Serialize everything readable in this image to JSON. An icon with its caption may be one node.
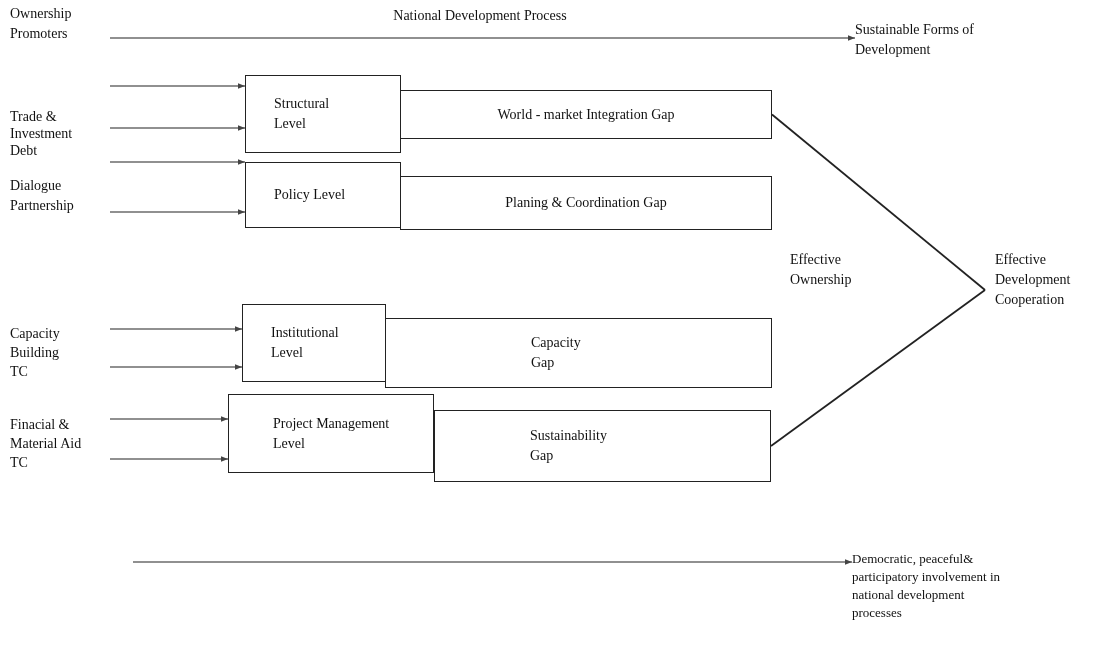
{
  "diagram": {
    "title": "National Development Process",
    "nodes": [
      {
        "text": [
          "Ownership Promoters"
        ]
      },
      {
        "text": [
          "Sustainable Forms of Development"
        ]
      },
      {
        "text": [
          "Trade & Investment Debt"
        ]
      },
      {
        "text": [
          "Structural Level"
        ]
      },
      {
        "text": [
          "World - market Integration Gap"
        ]
      },
      {
        "text": [
          "Dialogue Partnership"
        ]
      },
      {
        "text": [
          "Policy Level"
        ]
      },
      {
        "text": [
          "Planing & Coordination Gap"
        ]
      },
      {
        "text": [
          "Capacity Building TC"
        ]
      },
      {
        "text": [
          "Institutional Level"
        ]
      },
      {
        "text": [
          "Capacity Gap"
        ]
      },
      {
        "text": [
          "Finacial & Material Aid TC"
        ]
      },
      {
        "text": [
          "Project Management Level"
        ]
      },
      {
        "text": [
          "Sustainability Gap"
        ]
      },
      {
        "text": [
          "Effective Development Cooperation"
        ]
      },
      {
        "text": [
          "Democratic, peaceful& participatory involvement in national development processes"
        ]
      }
    ],
    "edges": [
      {
        "from": 0,
        "to": 1,
        "arrow": "to"
      },
      {
        "from": 2,
        "to": 3,
        "arrow": "to"
      },
      {
        "from": 2,
        "to": 3,
        "arrow": "to"
      },
      {
        "from": 5,
        "to": 6,
        "arrow": "to"
      },
      {
        "from": 5,
        "to": 6,
        "arrow": "to"
      },
      {
        "from": 8,
        "to": 9,
        "arrow": "to"
      },
      {
        "from": 8,
        "to": 9,
        "arrow": "to"
      },
      {
        "from": 11,
        "to": 12,
        "arrow": "to"
      },
      {
        "from": 11,
        "to": 12,
        "arrow": "to"
      },
      {
        "from": 4,
        "to": 14,
        "arrow": "none"
      },
      {
        "from": 13,
        "to": 14,
        "arrow": "none"
      },
      {
        "from": null,
        "to": 15,
        "arrow": "to"
      }
    ],
    "labels": [
      "Effective Ownership"
    ]
  }
}
